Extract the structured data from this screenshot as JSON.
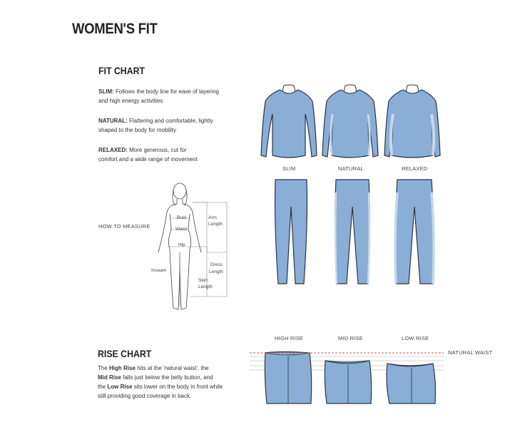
{
  "title": "WOMEN'S FIT",
  "fit_chart": {
    "heading": "FIT CHART",
    "items": [
      {
        "term": "SLIM:",
        "line1": "Follows the body line for ease of layering",
        "line2": "and high energy activities"
      },
      {
        "term": "NATURAL:",
        "line1": "Flattering and comfortable, lightly",
        "line2": "shaped to the body for mobility"
      },
      {
        "term": "RELAXED:",
        "line1": "More generous, cut for",
        "line2": "comfort and a wide range of movement"
      }
    ],
    "fit_labels": [
      "SLIM",
      "NATURAL",
      "RELAXED"
    ],
    "how_to_measure": "HOW TO MEASURE",
    "measure_labels": {
      "bust": "Bust",
      "waist": "Waist",
      "hip": "Hip",
      "inseam": "Inseam",
      "arm1": "Arm",
      "arm2": "Length",
      "dress1": "Dress",
      "dress2": "Length",
      "skirt1": "Skirt",
      "skirt2": "Length"
    }
  },
  "rise_chart": {
    "heading": "RISE CHART",
    "rise_labels": [
      "HIGH RISE",
      "MID RISE",
      "LOW RISE"
    ],
    "natural_waist": "NATURAL WAIST",
    "text": {
      "p1": "The ",
      "b1": "High Rise",
      "p2": " hits at the 'natural waist', the",
      "b2": "Mid Rise",
      "p3": " falls just below the belly button, and",
      "p4": "the ",
      "b3": "Low Rise",
      "p5": " sits lower on the body in front while",
      "p6": "still providing good coverage in back."
    }
  },
  "colors": {
    "garment": "#8aaed6",
    "garment_shade": "#6d92bf",
    "outline": "#2b3544",
    "waist_line": "#d9534f"
  }
}
